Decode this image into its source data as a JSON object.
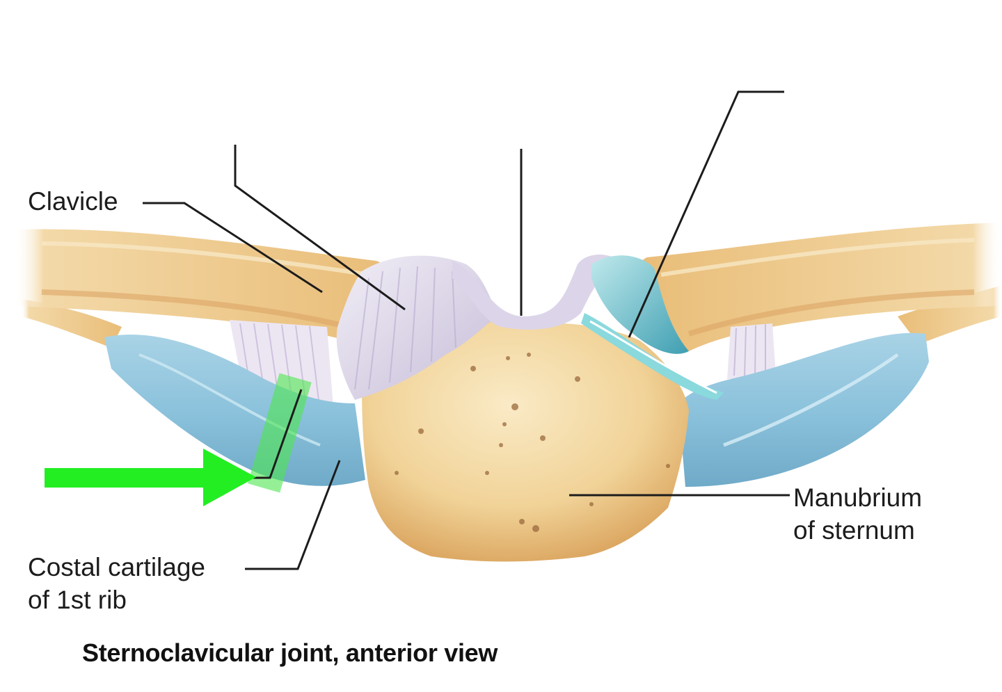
{
  "figure": {
    "caption": "Sternoclavicular joint, anterior view",
    "view": "anterior"
  },
  "labels": {
    "clavicle": "Clavicle",
    "costal_cartilage_line1": "Costal cartilage",
    "costal_cartilage_line2": "of 1st rib",
    "manubrium_line1": "Manubrium",
    "manubrium_line2": "of sternum"
  },
  "blank_labels": [
    {
      "id": "blank-1",
      "target": "anterior sternoclavicular ligament",
      "text": ""
    },
    {
      "id": "blank-2",
      "target": "interclavicular ligament",
      "text": ""
    },
    {
      "id": "blank-3",
      "target": "articular disc",
      "text": ""
    },
    {
      "id": "blank-4",
      "target": "costoclavicular ligament (highlighted)",
      "text": ""
    }
  ],
  "highlight": {
    "arrow_color": "#22ee22",
    "box_color": "#4ee64e",
    "points_to": "costoclavicular ligament"
  },
  "colors": {
    "bone": "#eec98a",
    "bone_dark": "#d9a35a",
    "cartilage": "#8fc3dc",
    "ligament": "#d8d2e6",
    "disc": "#86d6d9",
    "leader_line": "#1c1c1c"
  }
}
